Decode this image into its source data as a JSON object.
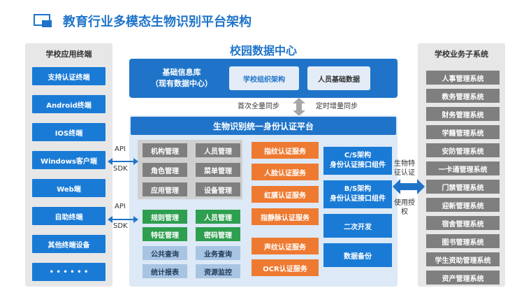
{
  "header": {
    "title": "教育行业多模态生物识别平台架构"
  },
  "left_panel": {
    "title": "学校应用终端",
    "items": [
      "支持认证终端",
      "Android终端",
      "IOS终端",
      "Windows客户端",
      "Web端",
      "自助终端",
      "其他终端设备",
      "• • • • • •"
    ]
  },
  "right_panel": {
    "title": "学校业务子系统",
    "items": [
      "人事管理系统",
      "教务管理系统",
      "财务管理系统",
      "学籍管理系统",
      "安防管理系统",
      "一卡通管理系统",
      "门禁管理系统",
      "迎新管理系统",
      "宿舍管理系统",
      "图书管理系统",
      "学生资助管理系统",
      "资产管理系统"
    ]
  },
  "data_center": {
    "title": "校园数据中心",
    "base_db_line1": "基础信息库",
    "base_db_line2": "（现有数据中心）",
    "org": "学校组织架构",
    "person": "人员基础数据"
  },
  "sync": {
    "full": "首次全量同步",
    "incremental": "定时增量同步"
  },
  "platform": {
    "title": "生物识别统一身份认证平台",
    "gray_blocks": [
      "机构管理",
      "人员管理",
      "角色管理",
      "菜单管理",
      "应用管理",
      "设备管理"
    ],
    "green_blocks": [
      "规则管理",
      "人员管理",
      "特征管理",
      "密码管理"
    ],
    "lightblue_blocks": [
      "公共查询",
      "业务查询",
      "统计报表",
      "资源监控"
    ],
    "orange_blocks": [
      "指纹认证服务",
      "人脸认证服务",
      "虹膜认证服务",
      "指静脉认证服务",
      "声纹认证服务",
      "OCR认证服务"
    ],
    "cs_line1": "C/S架构",
    "cs_line2": "身份认证接口组件",
    "bs_line1": "B/S架构",
    "bs_line2": "身份认证接口组件",
    "dev": "二次开发",
    "backup": "数据备份"
  },
  "connectors": {
    "api": "API",
    "sdk": "SDK",
    "bio_auth": "生物特征认证",
    "use_auth": "使用授权"
  },
  "colors": {
    "primary_blue": "#1f74c9",
    "orange": "#ee7a31",
    "green": "#2e9e4f",
    "gray": "#7f7f7f"
  }
}
